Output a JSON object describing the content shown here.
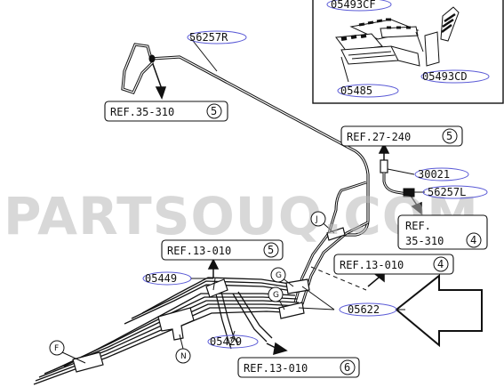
{
  "watermark": "PARTSOUQ.COM",
  "part_labels": {
    "p56257R": "56257R",
    "p05493CF": "05493CF",
    "p05493CD": "05493CD",
    "p05485": "05485",
    "p30021": "30021",
    "p56257L": "56257L",
    "p05449": "05449",
    "p05622": "05622",
    "p05429": "05429"
  },
  "ref_labels": {
    "ref_35_310_top": {
      "text": "REF.35-310",
      "circle": "5"
    },
    "ref_27_240": {
      "text": "REF.27-240",
      "circle": "5"
    },
    "ref_35_310_right_l1": "REF.",
    "ref_35_310_right_l2": {
      "text": "35-310",
      "circle": "4"
    },
    "ref_13_010_left": {
      "text": "REF.13-010",
      "circle": "5"
    },
    "ref_13_010_mid": {
      "text": "REF.13-010",
      "circle": "4"
    },
    "ref_13_010_bottom": {
      "text": "REF.13-010",
      "circle": "6"
    }
  },
  "clip_letters": {
    "J": "J",
    "G1": "G",
    "G2": "G",
    "F": "F",
    "N": "N"
  },
  "colors": {
    "ink": "#111111",
    "part_oval": "#5a5ad6",
    "watermark": "#b9b9b9"
  }
}
